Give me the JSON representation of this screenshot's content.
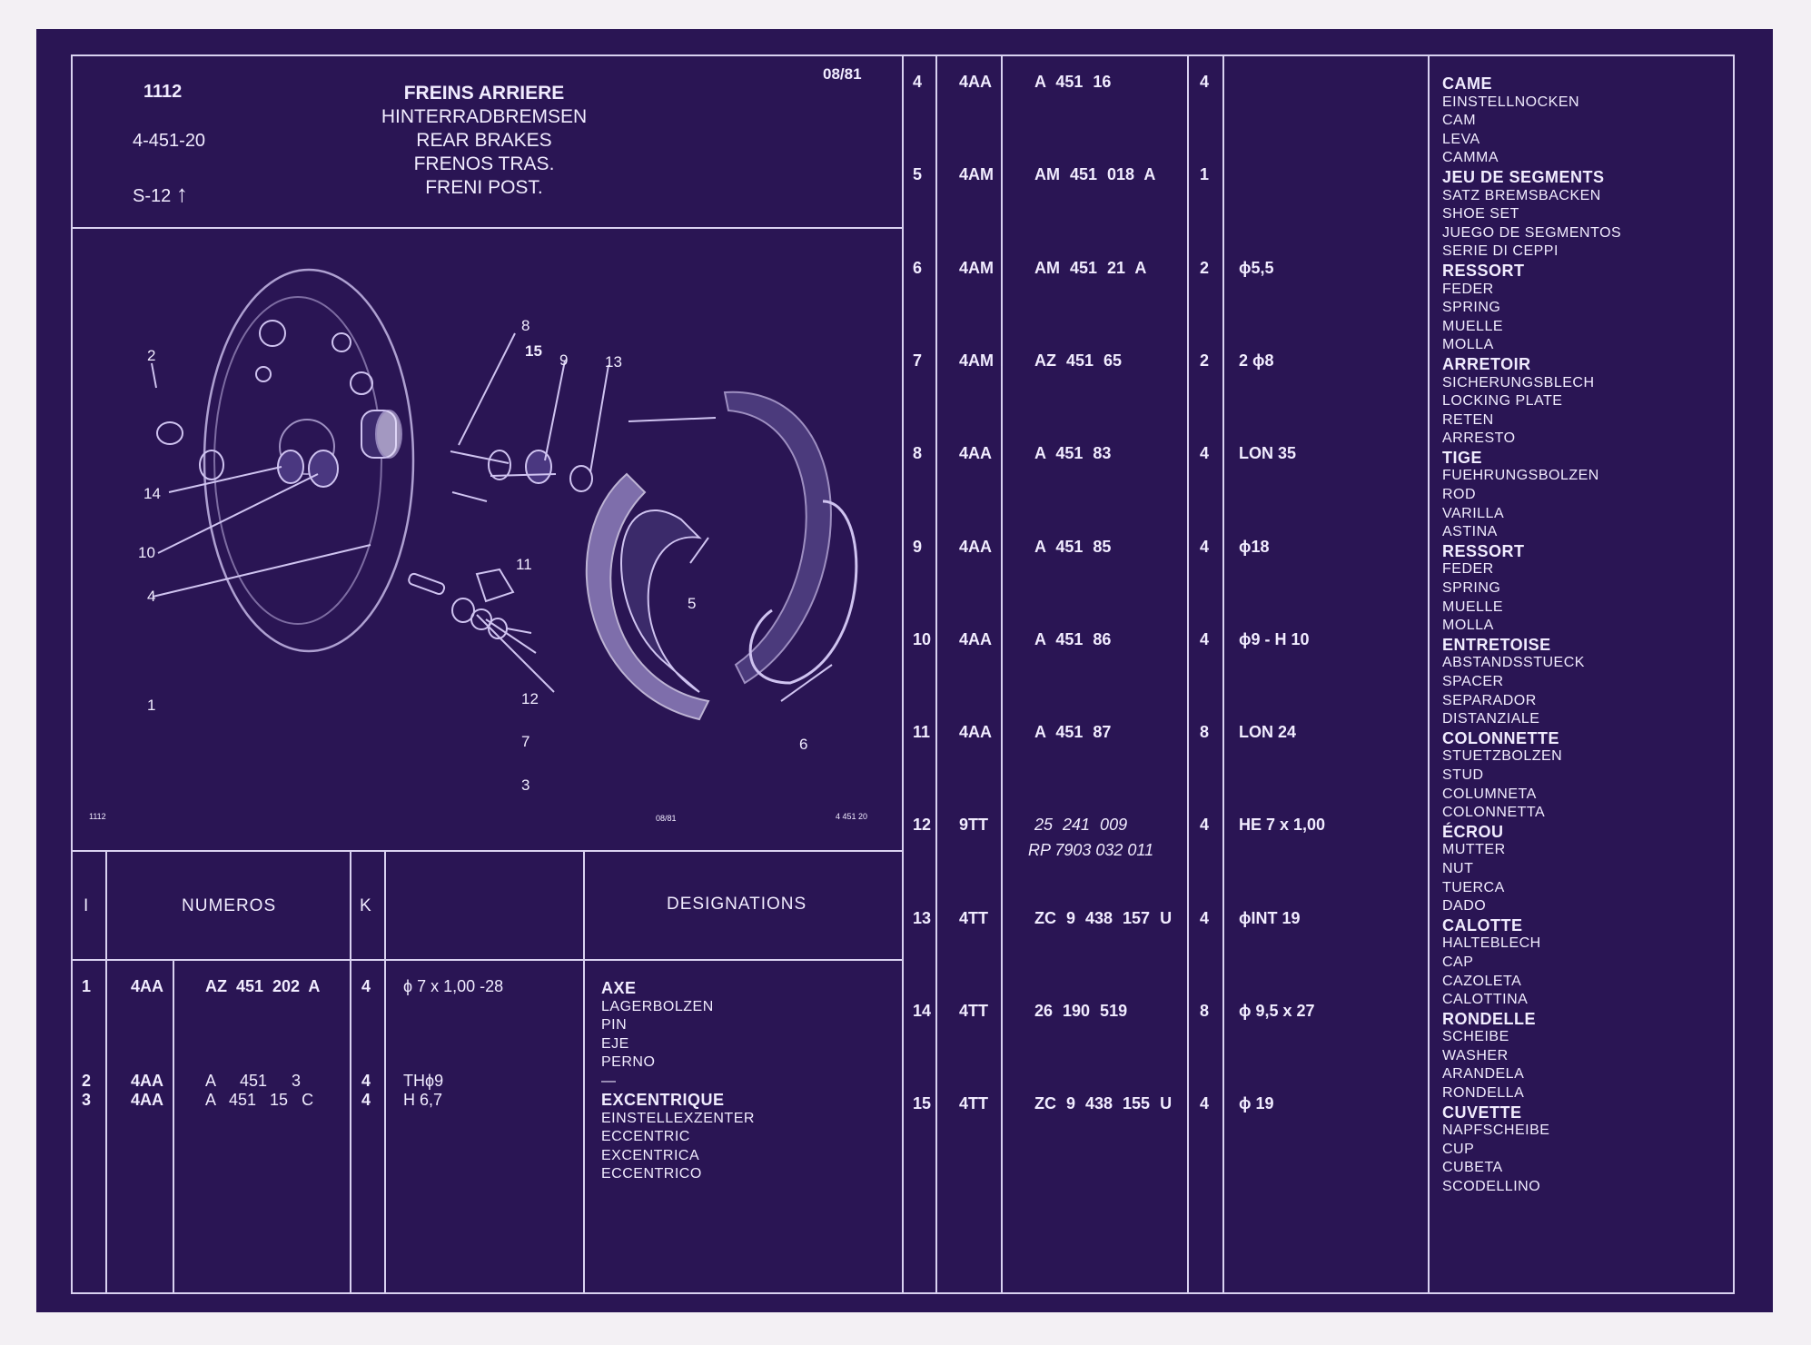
{
  "header": {
    "code": "1112",
    "ref": "4-451-20",
    "sheet": "S-12",
    "date": "08/81",
    "title_fr": "FREINS ARRIERE",
    "title_de": "HINTERRADBREMSEN",
    "title_en": "REAR BRAKES",
    "title_es": "FRENOS TRAS.",
    "title_it": "FRENI POST."
  },
  "drawing": {
    "footer_code": "1112",
    "footer_date": "08/81",
    "footer_ref": "4 451 20",
    "callouts": [
      "1",
      "2",
      "3",
      "4",
      "5",
      "6",
      "7",
      "8",
      "9",
      "10",
      "11",
      "12",
      "13",
      "14",
      "15"
    ]
  },
  "columns": {
    "item": "I",
    "numeros": "NUMEROS",
    "qty": "K",
    "designations": "DESIGNATIONS"
  },
  "left_rows": [
    {
      "item": "1",
      "group": "4AA",
      "part": "AZ 451 202 A",
      "qty": "4",
      "spec": "ϕ 7 x 1,00 -28"
    },
    {
      "item": "2",
      "group": "4AA",
      "part": "A 451 3",
      "qty": "4",
      "spec": "THϕ9"
    },
    {
      "item": "3",
      "group": "4AA",
      "part": "A 451 15 C",
      "qty": "4",
      "spec": "H 6,7"
    }
  ],
  "left_desc": [
    {
      "lines": [
        "AXE",
        "LAGERBOLZEN",
        "PIN",
        "EJE",
        "PERNO",
        "—"
      ]
    },
    {
      "lines": [
        "EXCENTRIQUE",
        "EINSTELLEXZENTER",
        "ECCENTRIC",
        "EXCENTRICA",
        "ECCENTRICO"
      ]
    }
  ],
  "right_rows": [
    {
      "item": "4",
      "group": "4AA",
      "part": "A 451 16",
      "qty": "4",
      "spec": ""
    },
    {
      "item": "5",
      "group": "4AM",
      "part": "AM 451 018 A",
      "qty": "1",
      "spec": ""
    },
    {
      "item": "6",
      "group": "4AM",
      "part": "AM 451 21 A",
      "qty": "2",
      "spec": "ϕ5,5"
    },
    {
      "item": "7",
      "group": "4AM",
      "part": "AZ 451 65",
      "qty": "2",
      "spec": "2 ϕ8"
    },
    {
      "item": "8",
      "group": "4AA",
      "part": "A 451 83",
      "qty": "4",
      "spec": "LON 35"
    },
    {
      "item": "9",
      "group": "4AA",
      "part": "A 451 85",
      "qty": "4",
      "spec": "ϕ18"
    },
    {
      "item": "10",
      "group": "4AA",
      "part": "A 451 86",
      "qty": "4",
      "spec": "ϕ9 - H 10"
    },
    {
      "item": "11",
      "group": "4AA",
      "part": "A 451 87",
      "qty": "8",
      "spec": "LON 24"
    },
    {
      "item": "12",
      "group": "9TT",
      "part": "25 241 009",
      "part2": "RP 7903 032 011",
      "qty": "4",
      "spec": "HE 7 x 1,00"
    },
    {
      "item": "13",
      "group": "4TT",
      "part": "ZC 9 438 157 U",
      "qty": "4",
      "spec": "ϕINT 19"
    },
    {
      "item": "14",
      "group": "4TT",
      "part": "26 190 519",
      "qty": "8",
      "spec": "ϕ 9,5 x 27"
    },
    {
      "item": "15",
      "group": "4TT",
      "part": "ZC 9 438 155 U",
      "qty": "4",
      "spec": "ϕ 19"
    }
  ],
  "right_desc": [
    "CAME",
    "EINSTELLNOCKEN",
    "CAM",
    "LEVA",
    "CAMMA",
    "JEU DE SEGMENTS",
    "SATZ BREMSBACKEN",
    "SHOE SET",
    "JUEGO DE SEGMENTOS",
    "SERIE DI CEPPI",
    "RESSORT",
    "FEDER",
    "SPRING",
    "MUELLE",
    "MOLLA",
    "ARRETOIR",
    "SICHERUNGSBLECH",
    "LOCKING PLATE",
    "RETEN",
    "ARRESTO",
    "TIGE",
    "FUEHRUNGSBOLZEN",
    "ROD",
    "VARILLA",
    "ASTINA",
    "RESSORT",
    "FEDER",
    "SPRING",
    "MUELLE",
    "MOLLA",
    "ENTRETOISE",
    "ABSTANDSSTUECK",
    "SPACER",
    "SEPARADOR",
    "DISTANZIALE",
    "COLONNETTE",
    "STUETZBOLZEN",
    "STUD",
    "COLUMNETA",
    "COLONNETTA",
    "ÉCROU",
    "MUTTER",
    "NUT",
    "TUERCA",
    "DADO",
    "CALOTTE",
    "HALTEBLECH",
    "CAP",
    "CAZOLETA",
    "CALOTTINA",
    "RONDELLE",
    "SCHEIBE",
    "WASHER",
    "ARANDELA",
    "RONDELLA",
    "CUVETTE",
    "NAPFSCHEIBE",
    "CUP",
    "CUBETA",
    "SCODELLINO"
  ],
  "colors": {
    "background": "#2a1554",
    "lines": "#d9d1f0",
    "text": "#f1ecff"
  }
}
